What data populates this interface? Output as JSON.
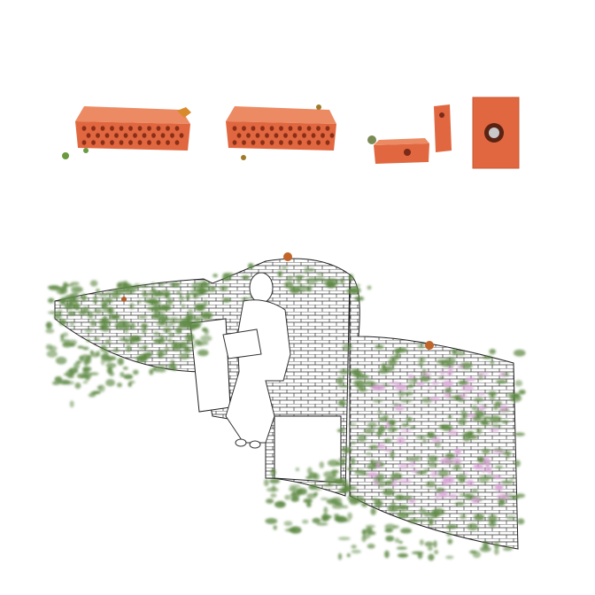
{
  "colors": {
    "brick": "#e0673f",
    "brick_top": "#ec8a63",
    "brick_shadow": "#b84a2a",
    "foliage": "#5f8a45",
    "flower": "#d9a3d6",
    "line": "#222222"
  },
  "items": {
    "bricks": [
      "perforated-brick-butterfly",
      "perforated-brick-bee",
      "nest-bricks-bird",
      "nest-brick-face"
    ],
    "scene": "curved-brick-wall-with-seated-reader"
  }
}
